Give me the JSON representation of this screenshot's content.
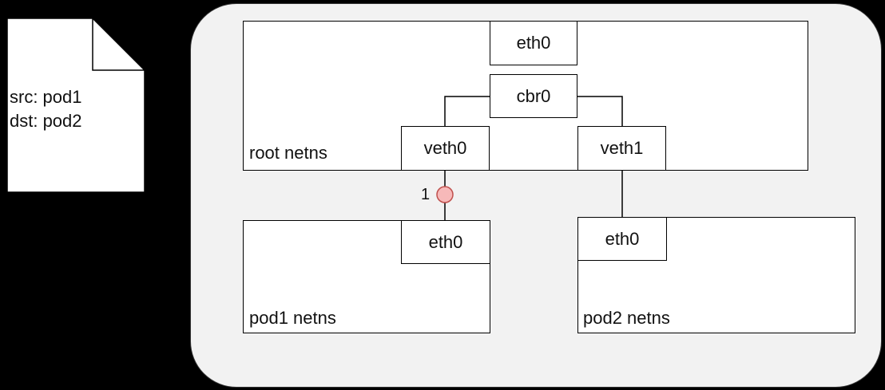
{
  "packet": {
    "src": "src: pod1",
    "dst": "dst: pod2"
  },
  "root_ns": {
    "label": "root netns",
    "eth0": "eth0",
    "bridge": "cbr0",
    "veth0": "veth0",
    "veth1": "veth1"
  },
  "pod1_ns": {
    "label": "pod1 netns",
    "eth0": "eth0"
  },
  "pod2_ns": {
    "label": "pod2 netns",
    "eth0": "eth0"
  },
  "packet_marker": {
    "step": "1",
    "color": "#f7b9b9",
    "stroke": "#c0504d"
  }
}
